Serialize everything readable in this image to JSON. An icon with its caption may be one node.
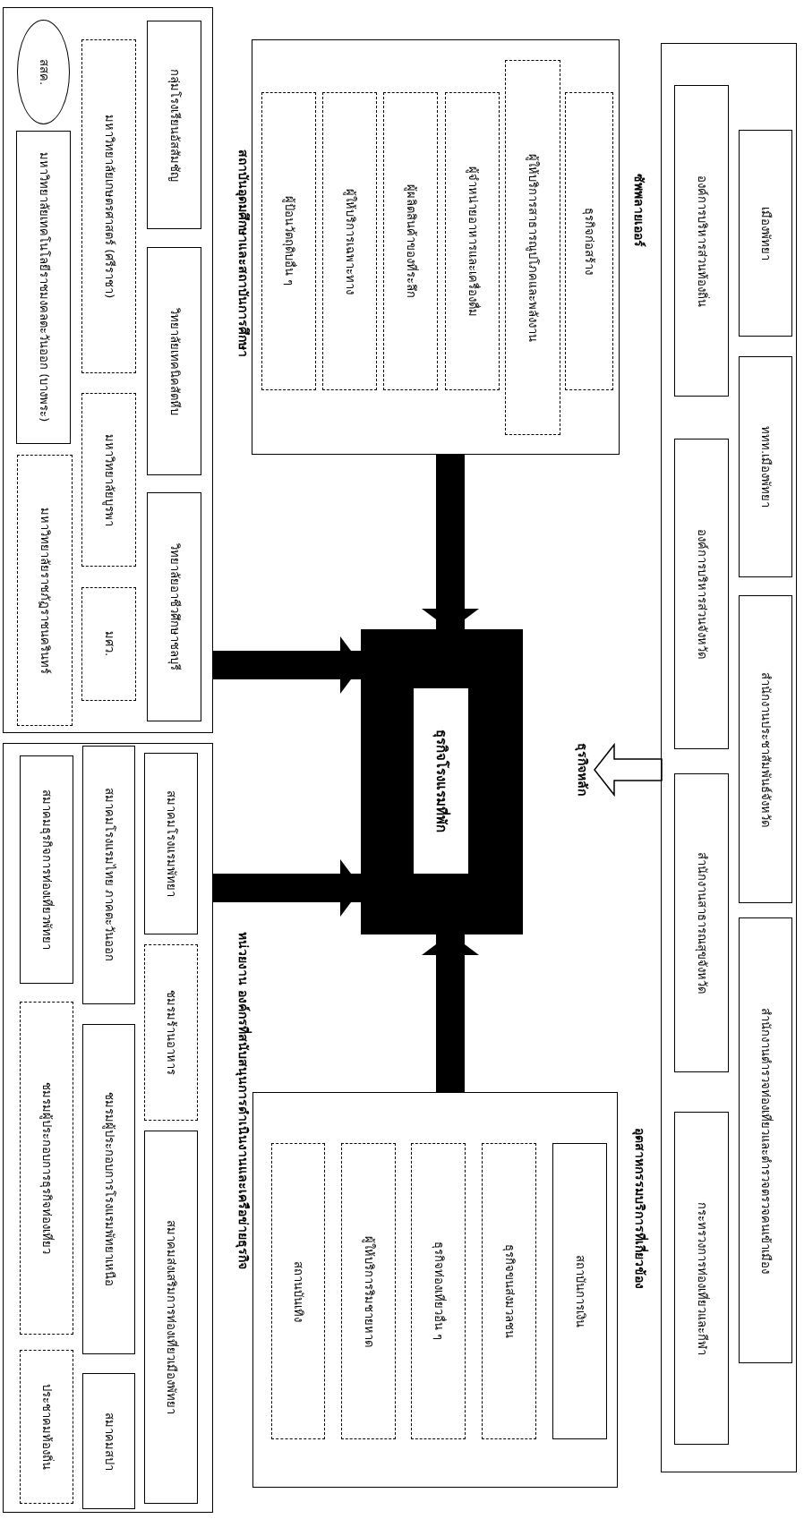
{
  "diagram": {
    "nodes": [
      {
        "text": [],
        "shape": "box"
      },
      {
        "text": [
          "เมืองพัทยา"
        ],
        "in": 0
      },
      {
        "text": [
          "ททท.เมืองพัทยา"
        ],
        "in": 0
      },
      {
        "text": [
          "สำนักงานประชาสัมพันธ์จังหวัด"
        ],
        "in": 0
      },
      {
        "text": [
          "สำนักงานตำรวจท่องเที่ยวและตำรวจตรวจคนเข้าเมือง"
        ],
        "in": 0
      },
      {
        "text": [
          "องค์การบริหารส่วนท้องถิ่น"
        ],
        "in": 0
      },
      {
        "text": [
          "องค์การบริหารส่วนจังหวัด"
        ],
        "in": 0
      },
      {
        "text": [
          "สำนักงานสาธารณสุขจังหวัด"
        ],
        "in": 0
      },
      {
        "text": [
          "กระทรวงการท่องเที่ยวและกีฬา"
        ],
        "in": 0
      },
      {
        "text": [
          "ซัพพลายเออร์"
        ]
      },
      {
        "text": [
          "ธุรกิจก่อสร้าง"
        ],
        "in": 9
      },
      {
        "text": [
          "ผู้ให้บริการสาธารณูปโภคและพลังงาน"
        ],
        "in": 9
      },
      {
        "text": [
          "ผู้จำหน่ายอาหารและเครื่องดื่ม"
        ],
        "in": 9
      },
      {
        "text": [
          "ผู้ผลิตสินค้าของที่ระลึก"
        ],
        "in": 9
      },
      {
        "text": [
          "ผู้ให้บริการเฉพาะทาง"
        ],
        "in": 9
      },
      {
        "text": [
          "ผู้ป้อนวัตถุดิบอื่น ๆ"
        ],
        "in": 9
      },
      {
        "text": [
          "ธุรกิจหลัก",
          "ธุรกิจโรงแรมที่พัก"
        ]
      },
      {
        "text": [
          "อุตสาหกรรมบริการที่เกี่ยวข้อง"
        ]
      },
      {
        "text": [
          "สถาบันการเงิน"
        ],
        "in": 17
      },
      {
        "text": [
          "ธุรกิจขนส่งมวลชน"
        ],
        "in": 17
      },
      {
        "text": [
          "ธุรกิจท่องเที่ยวอื่น ๆ"
        ],
        "in": 17
      },
      {
        "text": [
          "ผู้ให้บริการริมชายหาด"
        ],
        "in": 17
      },
      {
        "text": [
          "สถานบันเทิง"
        ],
        "in": 17
      },
      {
        "text": [
          "สถาบันอุดมศึกษาและสถาบันการศึกษา"
        ]
      },
      {
        "text": [
          "กลุ่มโรงเรียนอัสสัมชัญ"
        ],
        "in": 23
      },
      {
        "text": [
          "วิทยาลัยเทคนิคสัตหีบ"
        ],
        "in": 23
      },
      {
        "text": [
          "วิทยาลัยอาชีวศึกษาชลบุรี"
        ],
        "in": 23
      },
      {
        "text": [
          "มหาวิทยาลัยเกษตรศาสตร์ (ศรีราชา)"
        ],
        "in": 23
      },
      {
        "text": [
          "มหาวิทยาลัยบูรพา"
        ],
        "in": 23
      },
      {
        "text": [
          "มศว."
        ],
        "in": 23
      },
      {
        "text": [
          "สสค."
        ],
        "in": 23
      },
      {
        "text": [
          "มหาวิทยาลัยเทคโนโลยีราชมงคลตะวันออก (บางพระ)"
        ],
        "in": 23
      },
      {
        "text": [
          "มหาวิทยาลัยราชภัฏราชนครินทร์"
        ],
        "in": 23
      },
      {
        "text": [
          "หน่วยงาน องค์กรที่สนับสนุนการดำเนินงานและเครือข่ายธุรกิจ"
        ]
      },
      {
        "text": [
          "สมาคมโรงแรมพัทยา"
        ],
        "in": 33
      },
      {
        "text": [
          "ชมรมร้านอาหาร"
        ],
        "in": 33
      },
      {
        "text": [
          "สมาคมส่งเสริมการท่องเที่ยวเมืองพัทยา"
        ],
        "in": 33
      },
      {
        "text": [
          "สมาคมโรงแรมไทย ภาคตะวันออก"
        ],
        "in": 33
      },
      {
        "text": [
          "ชมรมผู้ประกอบการโรงแรมพัทยาเหนือ"
        ],
        "in": 33
      },
      {
        "text": [
          "สมาคมสปา"
        ],
        "in": 33
      },
      {
        "text": [
          "สมาคมธุรกิจการท่องเที่ยวพัทยา"
        ],
        "in": 33
      },
      {
        "text": [
          "ชมรมผู้ประกอบการธุรกิจท่องเที่ยว"
        ],
        "in": 33
      },
      {
        "text": [
          "ประชาคมท้องถิ่น"
        ],
        "in": 33
      }
    ],
    "edges": [
      {
        "from": 9,
        "to": 16,
        "arrow": "to"
      },
      {
        "from": 17,
        "to": 16,
        "arrow": "to"
      },
      {
        "from": 23,
        "to": 16,
        "arrow": "to"
      },
      {
        "from": 33,
        "to": 16,
        "arrow": "to"
      },
      {
        "from": 0,
        "to": 16,
        "arrow": "to"
      }
    ]
  }
}
